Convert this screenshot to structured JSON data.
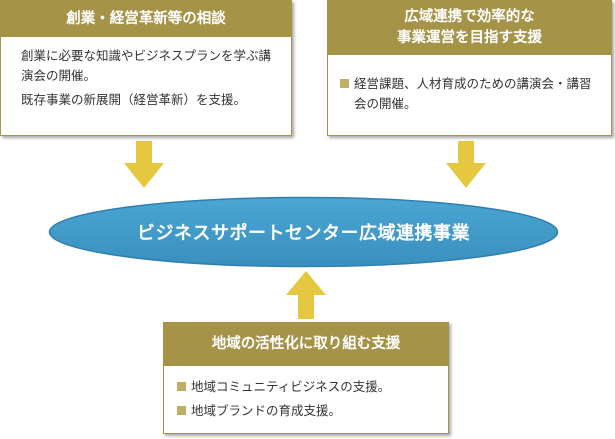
{
  "colors": {
    "header_gold": "#a59348",
    "bullet_gold": "#bfae65",
    "arrow_yellow": "#e5c83f",
    "oval_blue": "#3f9bc9"
  },
  "boxes": {
    "left": {
      "title": "創業・経営革新等の相談",
      "paragraphs": [
        "創業に必要な知識やビジネスプランを学ぶ講演会の開催。",
        "既存事業の新展開（経営革新）を支援。"
      ]
    },
    "right": {
      "title_lines": [
        "広域連携で効率的な",
        "事業運営を目指す支援"
      ],
      "items": [
        "経営課題、人材育成のための講演会・講習会の開催。"
      ]
    },
    "bottom": {
      "title": "地域の活性化に取り組む支援",
      "items": [
        "地域コミュニティビジネスの支援。",
        "地域ブランドの育成支援。"
      ]
    }
  },
  "center": {
    "label": "ビジネスサポートセンター広域連携事業"
  }
}
